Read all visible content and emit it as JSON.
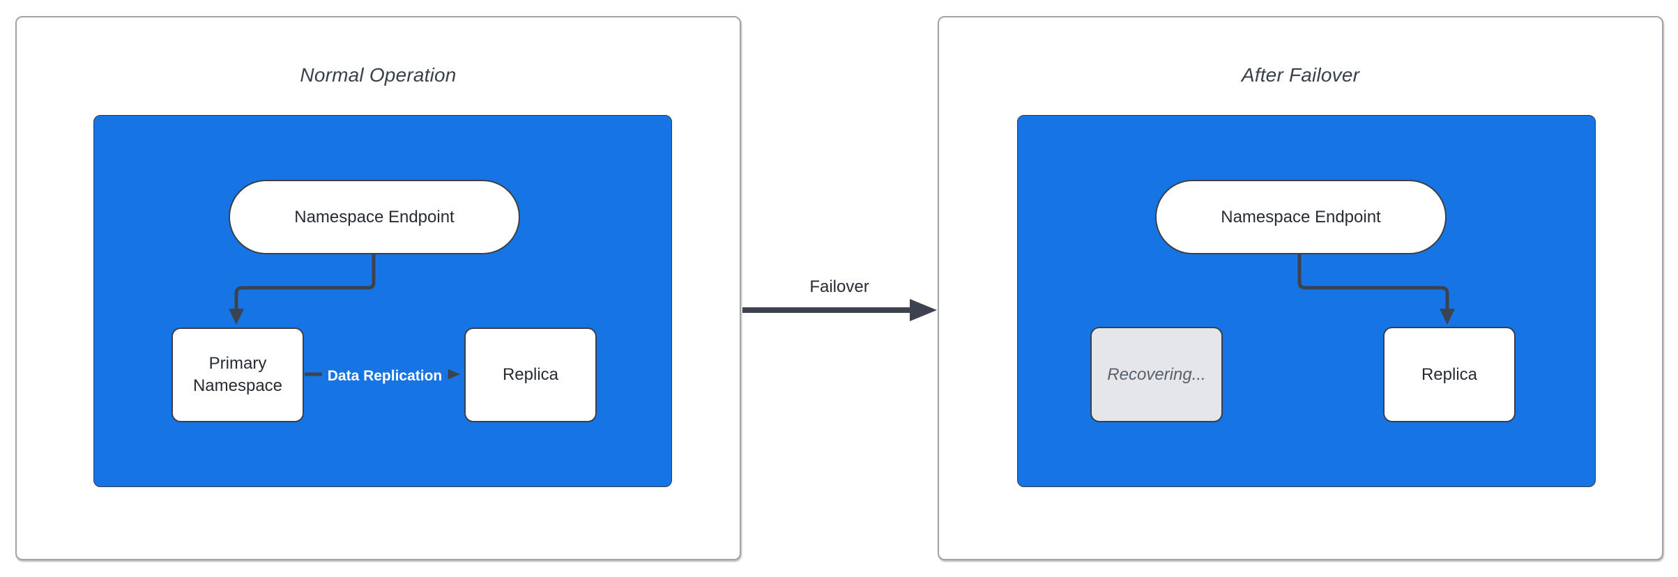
{
  "colors": {
    "canvas_bg": "#ffffff",
    "panel_bg": "#ffffff",
    "panel_border": "#a0a4aa",
    "group_blue": "#1674e4",
    "node_bg": "#ffffff",
    "node_border": "#3a4049",
    "node_text": "#272c34",
    "title_text": "#3a404a",
    "arrow": "#3c434e",
    "recovering_bg": "#e4e6e9",
    "recovering_text": "#59606b",
    "replication_text": "#ffffff"
  },
  "diagram": {
    "normal": {
      "title": "Normal Operation",
      "endpoint": "Namespace Endpoint",
      "primary": "Primary Namespace",
      "replica": "Replica",
      "replication_label": "Data Replication"
    },
    "failover": {
      "title": "After Failover",
      "endpoint": "Namespace Endpoint",
      "recovering": "Recovering...",
      "replica": "Replica"
    },
    "transition": {
      "label": "Failover"
    }
  }
}
